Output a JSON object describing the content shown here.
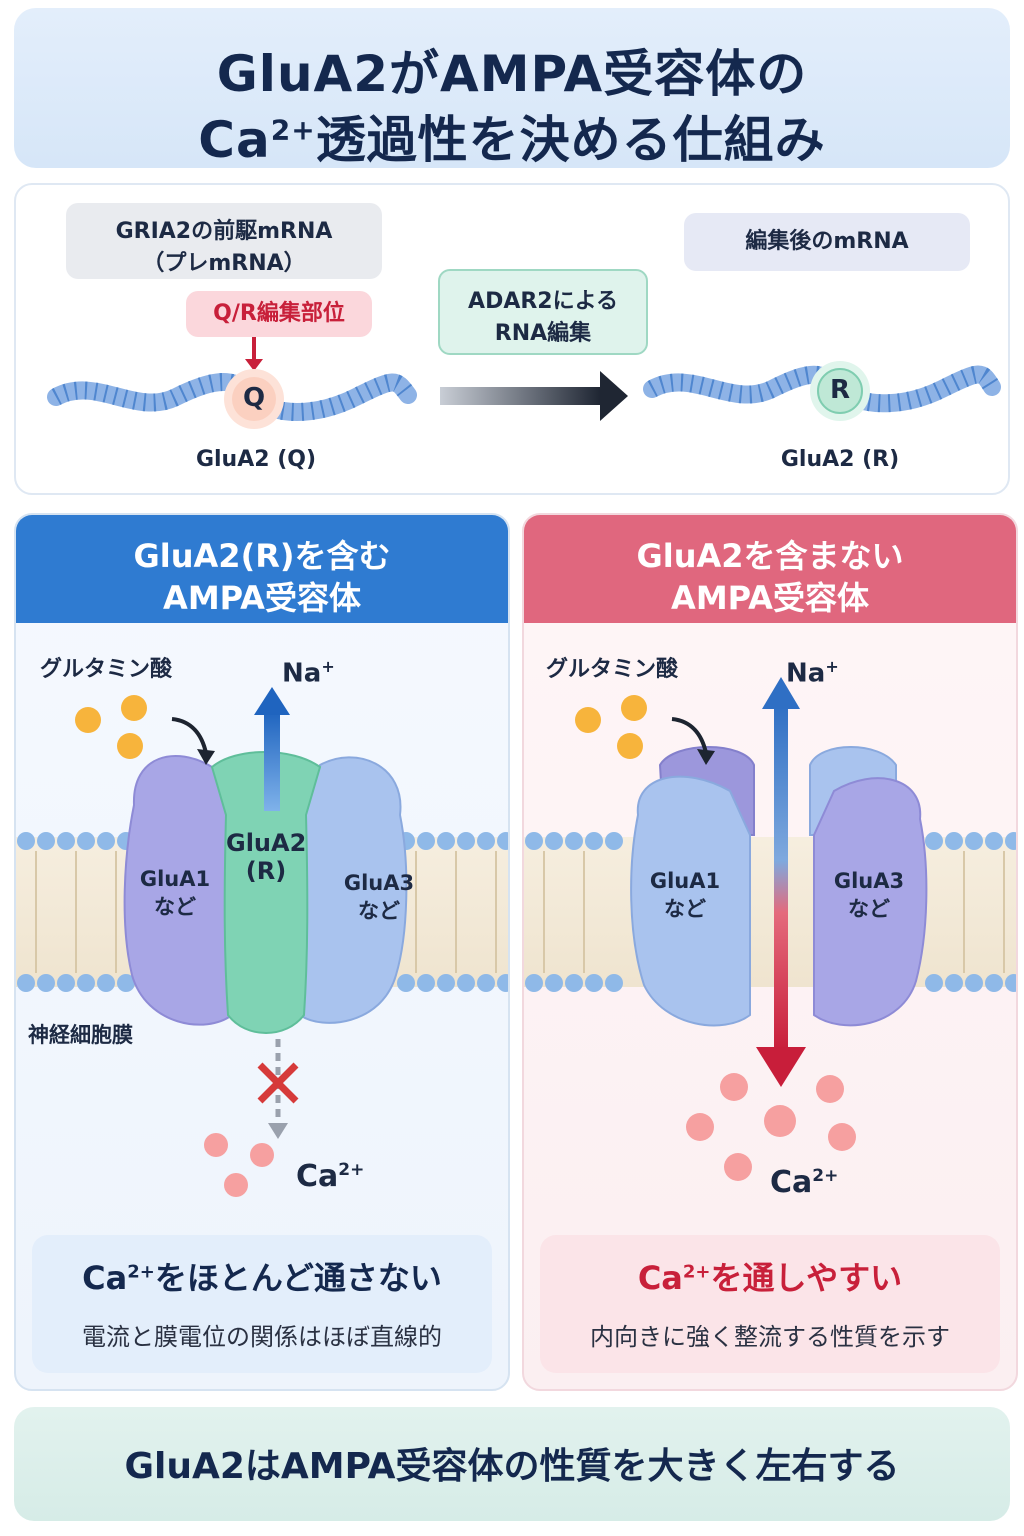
{
  "title": {
    "line1": "GluA2がAMPA受容体の",
    "line2_prefix": "Ca",
    "line2_sup": "2+",
    "line2_suffix": "透過性を決める仕組み"
  },
  "editing": {
    "pre_mrna_line1": "GRIA2の前駆mRNA",
    "pre_mrna_line2": "（プレmRNA）",
    "site_label": "Q/R編集部位",
    "q_letter": "Q",
    "q_caption": "GluA2 (Q)",
    "enzyme_line1": "ADAR2による",
    "enzyme_line2": "RNA編集",
    "post_mrna": "編集後のmRNA",
    "r_letter": "R",
    "r_caption": "GluA2 (R)"
  },
  "left": {
    "header_line1": "GluA2(R)を含む",
    "header_line2": "AMPA受容体",
    "glutamate": "グルタミン酸",
    "na": "Na",
    "na_sup": "+",
    "sub1_line1": "GluA1",
    "sub1_line2": "など",
    "center_line1": "GluA2",
    "center_line2": "(R)",
    "sub3_line1": "GluA3",
    "sub3_line2": "など",
    "membrane": "神経細胞膜",
    "ca": "Ca",
    "ca_sup": "2+",
    "summary_prefix": "Ca",
    "summary_sup": "2+",
    "summary_suffix": "をほとんど通さない",
    "summary_sub": "電流と膜電位の関係はほぼ直線的"
  },
  "right": {
    "header_line1": "GluA2を含まない",
    "header_line2": "AMPA受容体",
    "glutamate": "グルタミン酸",
    "na": "Na",
    "na_sup": "+",
    "sub1_line1": "GluA1",
    "sub1_line2": "など",
    "sub3_line1": "GluA3",
    "sub3_line2": "など",
    "ca": "Ca",
    "ca_sup": "2+",
    "summary_prefix": "Ca",
    "summary_sup": "2+",
    "summary_suffix": "を通しやすい",
    "summary_sub": "内向きに強く整流する性質を示す"
  },
  "footer": "GluA2はAMPA受容体の性質を大きく左右する",
  "colors": {
    "blue_header": "#2f7bd1",
    "red_header": "#e0677e",
    "navy": "#14284e",
    "red_text": "#c8203a",
    "green_subunit": "#7fd3b4",
    "purple_subunit": "#a8a6e6",
    "blue_subunit": "#a9c3ee"
  }
}
